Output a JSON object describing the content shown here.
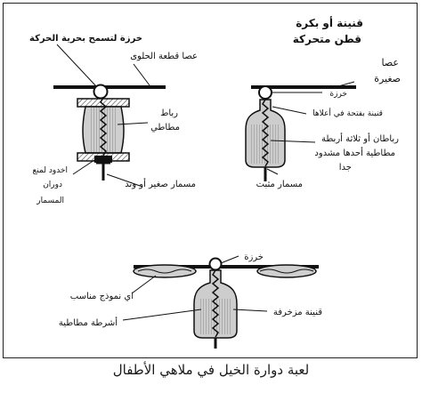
{
  "caption": "لعبة دوارة الخيل في ملاهي الأطفال",
  "labels": {
    "bottle_title_line1": "قنينة أو بكرة",
    "bottle_title_line2": "قطن متحركة",
    "small_stick_line1": "عصا",
    "small_stick_line2": "صغيرة",
    "bead_right": "خرزة",
    "bottle_open_top": "قنينة بفتحة في أعلاها",
    "rubber_ties_line1": "رباطان أو ثلاثة أربطة",
    "rubber_ties_line2": "مطاطية أحدها مشدود",
    "rubber_ties_line3": "جدا",
    "fixed_nail": "مسمار مثبت",
    "bead_allow_motion": "خرزة لتسمح بحرية الحركة",
    "candy_stick": "عصا قطعة الحلوى",
    "rubber_band_line1": "رباط",
    "rubber_band_line2": "مطاطي",
    "grooves_line1": "اخدود لمنع",
    "grooves_line2": "دوران",
    "grooves_line3": "المسمار",
    "small_nail_or_peg": "مسمار صغير أو وتد",
    "bead_bottom": "خرزة",
    "any_model_line1": "اي نموذج مناسب",
    "rubber_strips": "أشرطة مطاطية",
    "decorated_bottle": "قنينة مزخرفة"
  }
}
